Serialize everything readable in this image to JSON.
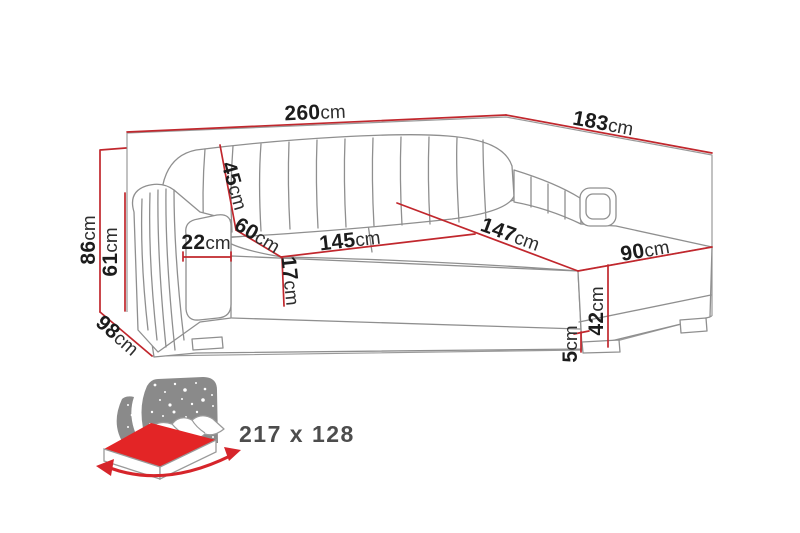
{
  "diagram": {
    "type": "corner-sofa dimension drawing",
    "dimensions": {
      "total_width": {
        "num": "260",
        "unit": "cm"
      },
      "total_depth": {
        "num": "183",
        "unit": "cm"
      },
      "total_height": {
        "num": "86",
        "unit": "cm"
      },
      "armrest_height": {
        "num": "61",
        "unit": "cm"
      },
      "side_depth": {
        "num": "98",
        "unit": "cm"
      },
      "backrest_height": {
        "num": "45",
        "unit": "cm"
      },
      "seat_depth": {
        "num": "60",
        "unit": "cm"
      },
      "armrest_width": {
        "num": "22",
        "unit": "cm"
      },
      "seat_width": {
        "num": "145",
        "unit": "cm"
      },
      "seat_edge_height": {
        "num": "17",
        "unit": "cm"
      },
      "chaise_length": {
        "num": "147",
        "unit": "cm"
      },
      "chaise_width": {
        "num": "90",
        "unit": "cm"
      },
      "chaise_height": {
        "num": "42",
        "unit": "cm"
      },
      "leg_height": {
        "num": "5",
        "unit": "cm"
      }
    },
    "sleeping_area": {
      "size_label": "217 x 128"
    },
    "colors": {
      "dimension_line": "#c1272d",
      "sofa_outline": "#8f8f8f",
      "wall_outline": "#9a9a9a",
      "label_text": "#1c1c1c",
      "sleeping_text": "#4d4d4d",
      "mattress_red": "#e32526",
      "icon_gray": "#8a8a8a"
    }
  }
}
